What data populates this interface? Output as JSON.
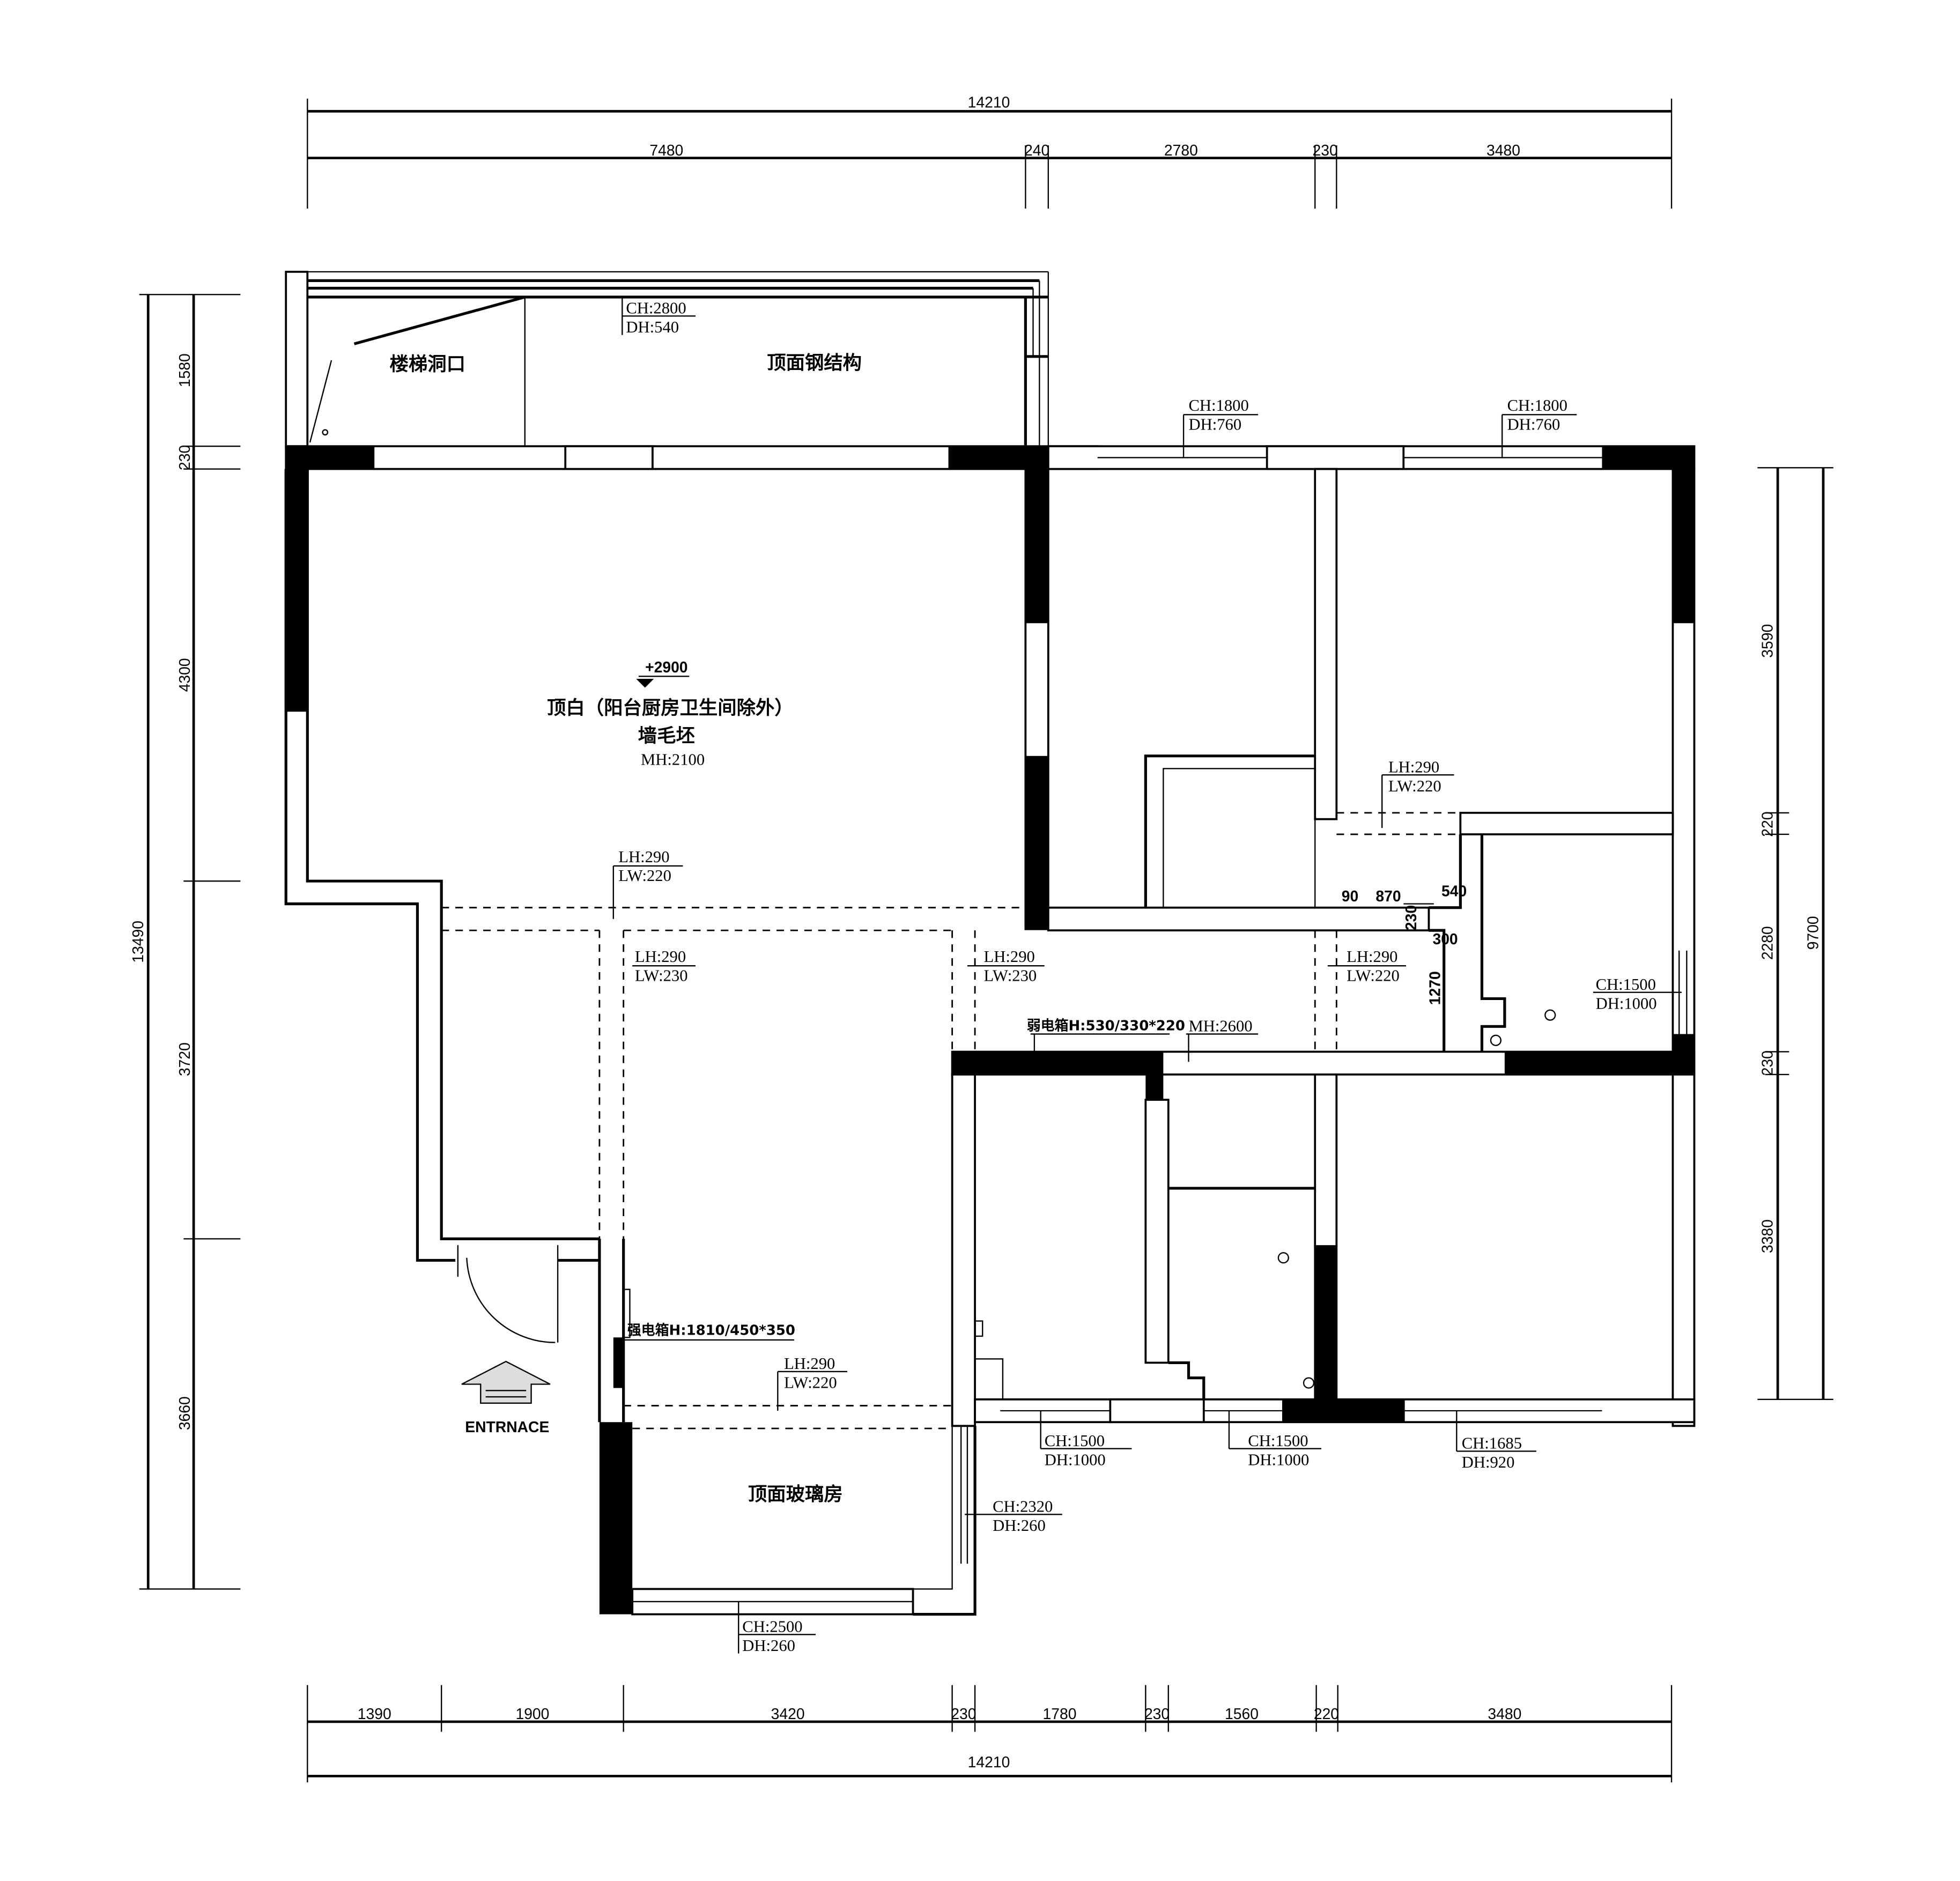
{
  "dimensions": {
    "top_total": "14210",
    "top_segments": [
      "7480",
      "240",
      "2780",
      "230",
      "3480"
    ],
    "bottom_total": "14210",
    "bottom_segments": [
      "1390",
      "1900",
      "3420",
      "230",
      "1780",
      "230",
      "1560",
      "220",
      "3480"
    ],
    "left_total": "13490",
    "left_segments": [
      "1580",
      "230",
      "4300",
      "3720",
      "3660"
    ],
    "right_total": "9700",
    "right_segments": [
      "3590",
      "220",
      "2280",
      "230",
      "3380"
    ],
    "local": [
      "90",
      "870",
      "540",
      "230",
      "300",
      "1270"
    ]
  },
  "rooms": {
    "stair_opening": "楼梯洞口",
    "steel_roof": "顶面钢结构",
    "glass_room": "顶面玻璃房",
    "ceiling_note": "顶白（阳台厨房卫生间除外）",
    "wall_note": "墙毛坯",
    "level": "+2900",
    "mh_main": "MH:2100",
    "entrance": "ENTRNACE"
  },
  "annotations": {
    "balcony_ch": "CH:2800",
    "balcony_dh": "DH:540",
    "win1_ch": "CH:1800",
    "win1_dh": "DH:760",
    "win2_ch": "CH:1800",
    "win2_dh": "DH:760",
    "beam1_lh": "LH:290",
    "beam1_lw": "LW:220",
    "beam2_lh": "LH:290",
    "beam2_lw": "LW:220",
    "beam3_lh": "LH:290",
    "beam3_lw": "LW:230",
    "beam4_lh": "LH:290",
    "beam4_lw": "LW:230",
    "beam5_lh": "LH:290",
    "beam5_lw": "LW:220",
    "beam6_lh": "LH:290",
    "beam6_lw": "LW:220",
    "kitchen_ch": "CH:1500",
    "kitchen_dh": "DH:1000",
    "weak_box": "弱电箱H:530/330*220",
    "mh_corridor": "MH:2600",
    "strong_box": "强电箱H:1810/450*350",
    "win3_ch": "CH:1500",
    "win3_dh": "DH:1000",
    "win4_ch": "CH:1500",
    "win4_dh": "DH:1000",
    "win5_ch": "CH:1685",
    "win5_dh": "DH:920",
    "glass_side_ch": "CH:2320",
    "glass_side_dh": "DH:260",
    "glass_bottom_ch": "CH:2500",
    "glass_bottom_dh": "DH:260"
  }
}
